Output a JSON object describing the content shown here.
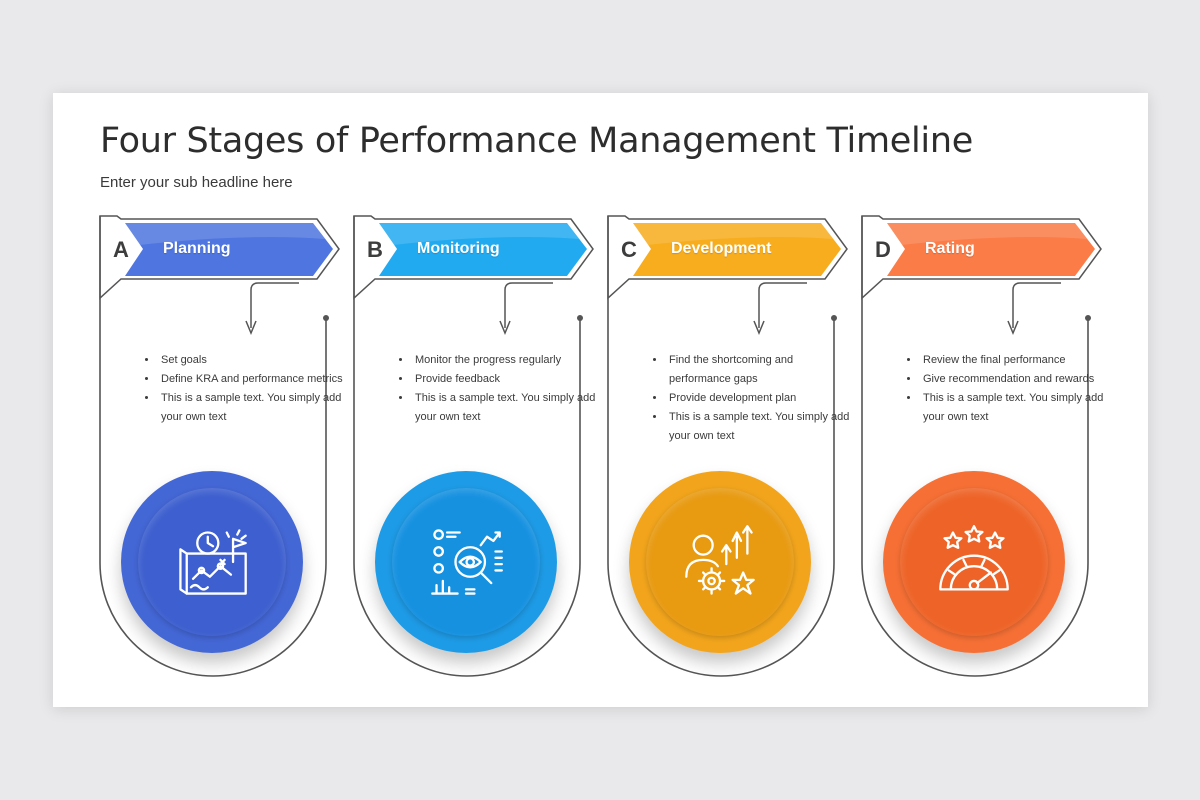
{
  "slide": {
    "title": "Four Stages of Performance Management Timeline",
    "subtitle": "Enter your sub headline here"
  },
  "stages": [
    {
      "letter": "A",
      "label": "Planning",
      "color": "#4f76e0",
      "circle_outer": "#4467d6",
      "circle_inner": "#3d5fcf",
      "icon": "strategy-map-icon",
      "bullets": [
        "Set goals",
        "Define KRA and performance metrics",
        "This is a sample text. You simply add your own text"
      ]
    },
    {
      "letter": "B",
      "label": "Monitoring",
      "color": "#22aaf0",
      "circle_outer": "#1e9be6",
      "circle_inner": "#1591e0",
      "icon": "monitoring-eye-icon",
      "bullets": [
        "Monitor the progress regularly",
        "Provide feedback",
        "This is a sample text. You simply add your own text"
      ]
    },
    {
      "letter": "C",
      "label": "Development",
      "color": "#f7ad1e",
      "circle_outer": "#f2a51c",
      "circle_inner": "#e89a10",
      "icon": "growth-person-icon",
      "bullets": [
        "Find the shortcoming and performance gaps",
        "Provide development plan",
        "This is a sample text. You simply add your own text"
      ]
    },
    {
      "letter": "D",
      "label": "Rating",
      "color": "#fb7c47",
      "circle_outer": "#f67035",
      "circle_inner": "#ee6428",
      "icon": "rating-gauge-icon",
      "bullets": [
        "Review the final performance",
        "Give recommendation and rewards",
        "This is a sample text. You simply add your own text"
      ]
    }
  ]
}
